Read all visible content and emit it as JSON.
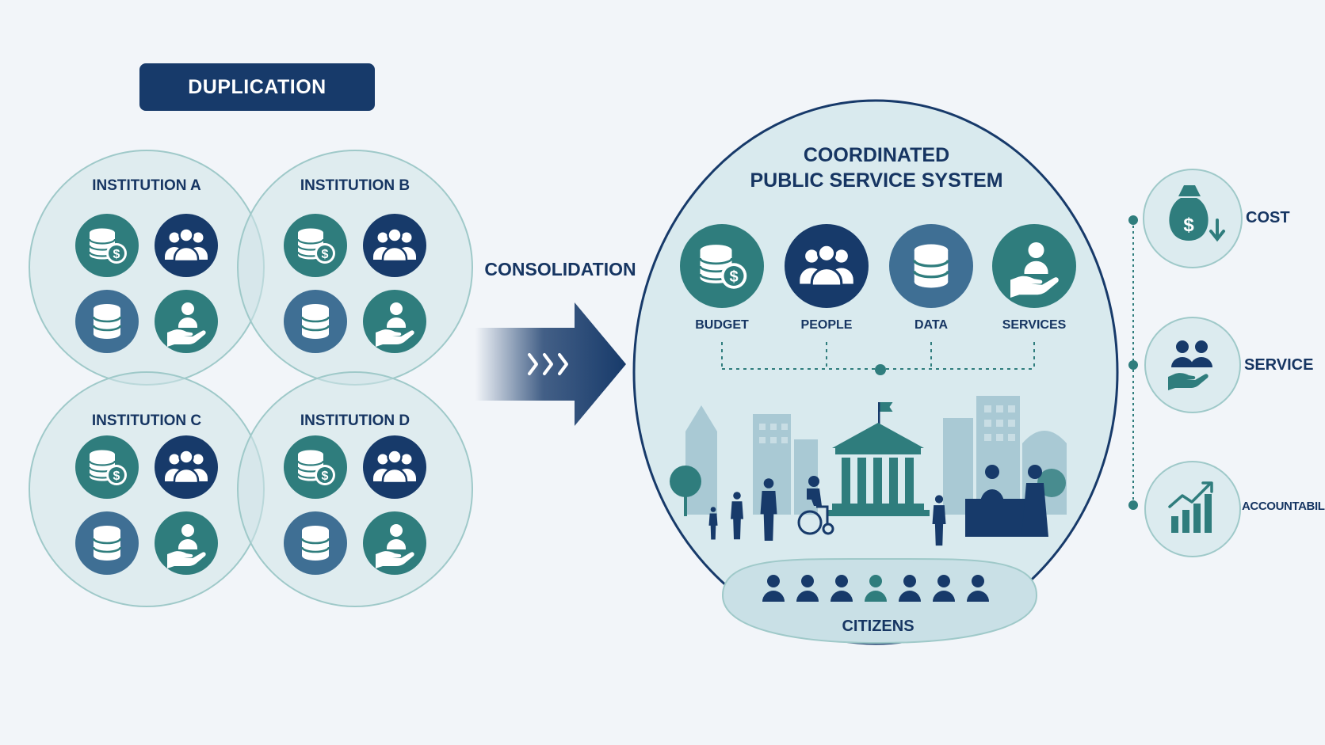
{
  "left": {
    "title": "DUPLICATION",
    "institutions": [
      {
        "name": "INSTITUTION A"
      },
      {
        "name": "INSTITUTION B"
      },
      {
        "name": "INSTITUTION C"
      },
      {
        "name": "INSTITUTION D"
      }
    ],
    "resource_icons": [
      "budget-icon",
      "people-icon",
      "data-icon",
      "services-icon"
    ]
  },
  "transition": {
    "label": "CONSOLIDATION",
    "arrow_icon": "chevrons-right-icon"
  },
  "system": {
    "title_line1": "COORDINATED",
    "title_line2": "PUBLIC SERVICE SYSTEM",
    "categories": [
      {
        "label": "BUDGET",
        "icon": "budget-icon"
      },
      {
        "label": "PEOPLE",
        "icon": "people-icon"
      },
      {
        "label": "DATA",
        "icon": "data-icon"
      },
      {
        "label": "SERVICES",
        "icon": "services-icon"
      }
    ],
    "citizens_label": "CITIZENS"
  },
  "benefits": [
    {
      "label": "COST",
      "icon": "money-bag-down-icon"
    },
    {
      "label": "SERVICE",
      "icon": "people-hand-icon"
    },
    {
      "label": "ACCOUNTABILITY",
      "icon": "growth-chart-icon"
    }
  ],
  "colors": {
    "navy": "#173a6a",
    "teal": "#2f7d7d",
    "steel_blue": "#3f6f94",
    "circle_fill": "#dcebef",
    "circle_stroke": "#9fc9c9",
    "background": "#f2f5f9"
  }
}
